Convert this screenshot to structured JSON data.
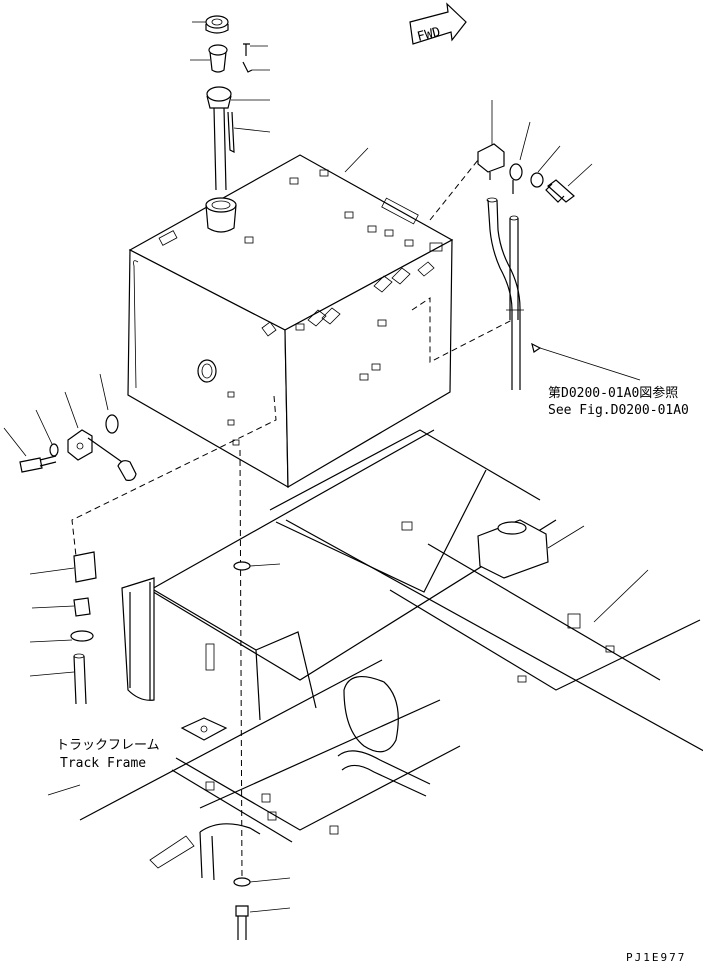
{
  "fwd_label": "FWD",
  "reference_note": {
    "jp": "第D0200-01A0図参照",
    "en": "See Fig.D0200-01A0"
  },
  "track_frame_label": {
    "jp": "トラックフレーム",
    "en": "Track Frame"
  },
  "drawing_id": "PJ1E977"
}
